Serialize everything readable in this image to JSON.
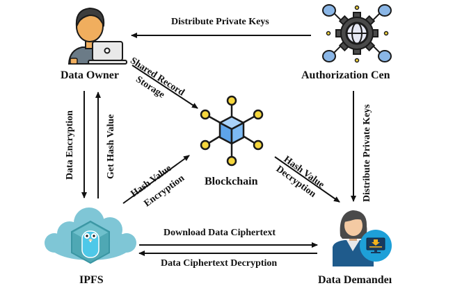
{
  "nodes": {
    "data_owner": {
      "label": "Data Owner",
      "icon": "person-with-laptop-icon"
    },
    "authorization_center": {
      "label": "Authorization Cen",
      "icon": "gear-network-globe-icon"
    },
    "blockchain": {
      "label": "Blockchain",
      "icon": "blockchain-cube-network-icon"
    },
    "ipfs": {
      "label": "IPFS",
      "icon": "cloud-gopher-icon"
    },
    "data_demander": {
      "label": "Data Demandeı",
      "icon": "woman-with-download-monitor-icon"
    }
  },
  "edges": {
    "auth_to_owner": "Distribute Private Keys",
    "owner_to_blockchain_line1": "Shared Record",
    "owner_to_blockchain_line2": "Storage",
    "owner_to_ipfs": "Data Encryption",
    "ipfs_to_owner": "Get Hash Value",
    "ipfs_to_blockchain_line1": "Hash Value",
    "ipfs_to_blockchain_line2": "Encryption",
    "blockchain_to_demander_line1": "Hash Value",
    "blockchain_to_demander_line2": "Decryption",
    "auth_to_demander": "Distribute Private Keys",
    "ipfs_to_demander": "Download Data Ciphertext",
    "demander_to_ipfs": "Data Ciphertext Decryption"
  },
  "colors": {
    "skin": "#f0ae5e",
    "hair": "#3d3d3d",
    "shirt": "#6b7b87",
    "gear": "#4a4a4a",
    "node_blue": "#8ab6e6",
    "node_yellow": "#f5d63d",
    "cube_blue": "#6aaef0",
    "cloud": "#7fc6d6",
    "gopher": "#4ec8e8",
    "demander_suit": "#1f5b8c",
    "monitor_circle": "#1ea0d8",
    "download_arrow": "#f3b21c"
  }
}
